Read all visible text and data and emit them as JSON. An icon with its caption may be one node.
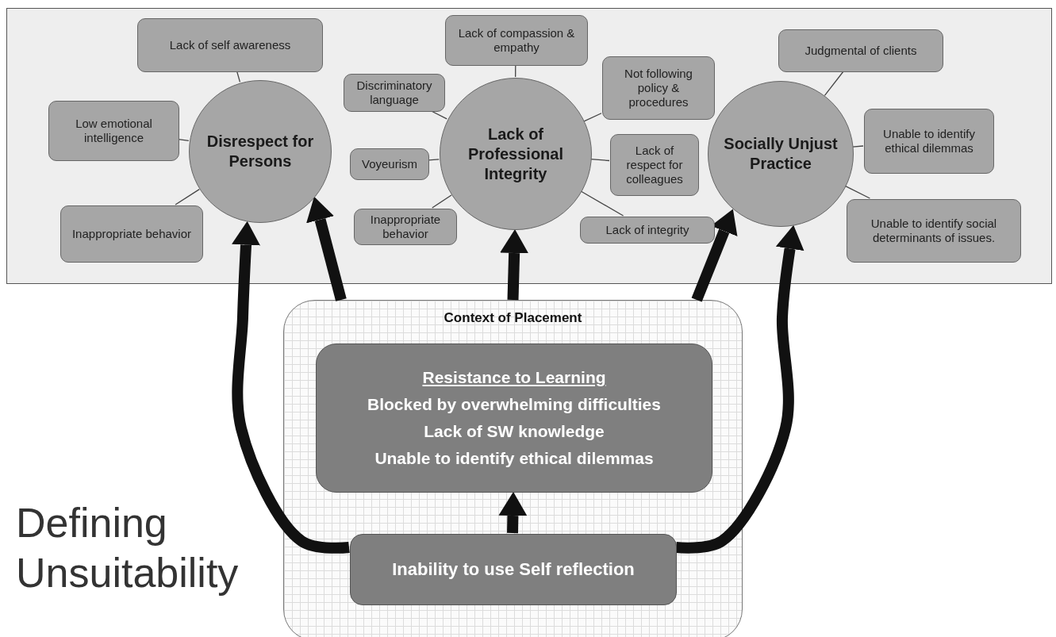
{
  "diagram": {
    "title": "Defining Unsuitability",
    "nodes": [
      {
        "text": [],
        "shape": "box"
      },
      {
        "text": [
          "Disrespect for Persons"
        ],
        "in": 0
      },
      {
        "text": [
          "Lack of self awareness"
        ],
        "in": 0
      },
      {
        "text": [
          "Low emotional intelligence"
        ],
        "in": 0
      },
      {
        "text": [
          "Inappropriate behavior"
        ],
        "in": 0
      },
      {
        "text": [
          "Lack of Professional Integrity"
        ],
        "in": 0
      },
      {
        "text": [
          "Lack of compassion & empathy"
        ],
        "in": 0
      },
      {
        "text": [
          "Not following policy & procedures"
        ],
        "in": 0
      },
      {
        "text": [
          "Discriminatory language"
        ],
        "in": 0
      },
      {
        "text": [
          "Voyeurism"
        ],
        "in": 0
      },
      {
        "text": [
          "Lack of respect for colleagues"
        ],
        "in": 0
      },
      {
        "text": [
          "Inappropriate behavior"
        ],
        "in": 0
      },
      {
        "text": [
          "Lack of integrity"
        ],
        "in": 0
      },
      {
        "text": [
          "Socially Unjust Practice"
        ],
        "in": 0
      },
      {
        "text": [
          "Judgmental of clients"
        ],
        "in": 0
      },
      {
        "text": [
          "Unable to identify ethical dilemmas"
        ],
        "in": 0
      },
      {
        "text": [
          "Unable to identify social determinants of issues."
        ],
        "in": 0
      },
      {
        "text": [
          "Context of Placement"
        ]
      },
      {
        "text": [
          "Resistance to Learning",
          "Blocked by overwhelming difficulties",
          "Lack of SW knowledge",
          "Unable to identify ethical dilemmas"
        ],
        "in": 17
      },
      {
        "text": [
          "Inability to use Self reflection"
        ],
        "in": 17
      }
    ],
    "edges": [
      {
        "from": 2,
        "to": 1,
        "arrow": "none"
      },
      {
        "from": 3,
        "to": 1,
        "arrow": "none"
      },
      {
        "from": 4,
        "to": 1,
        "arrow": "none"
      },
      {
        "from": 6,
        "to": 5,
        "arrow": "none"
      },
      {
        "from": 7,
        "to": 5,
        "arrow": "none"
      },
      {
        "from": 8,
        "to": 5,
        "arrow": "none"
      },
      {
        "from": 9,
        "to": 5,
        "arrow": "none"
      },
      {
        "from": 10,
        "to": 5,
        "arrow": "none"
      },
      {
        "from": 11,
        "to": 5,
        "arrow": "none"
      },
      {
        "from": 12,
        "to": 5,
        "arrow": "none"
      },
      {
        "from": 14,
        "to": 13,
        "arrow": "none"
      },
      {
        "from": 15,
        "to": 13,
        "arrow": "none"
      },
      {
        "from": 16,
        "to": 13,
        "arrow": "none"
      },
      {
        "from": 17,
        "to": 1,
        "arrow": "to",
        "style": "thick"
      },
      {
        "from": 17,
        "to": 5,
        "arrow": "to",
        "style": "thick"
      },
      {
        "from": 17,
        "to": 13,
        "arrow": "to",
        "style": "thick"
      },
      {
        "from": 19,
        "to": 18,
        "arrow": "to",
        "style": "thick"
      },
      {
        "from": 19,
        "to": 1,
        "arrow": "to",
        "style": "thick"
      },
      {
        "from": 19,
        "to": 13,
        "arrow": "to",
        "style": "thick"
      }
    ]
  }
}
